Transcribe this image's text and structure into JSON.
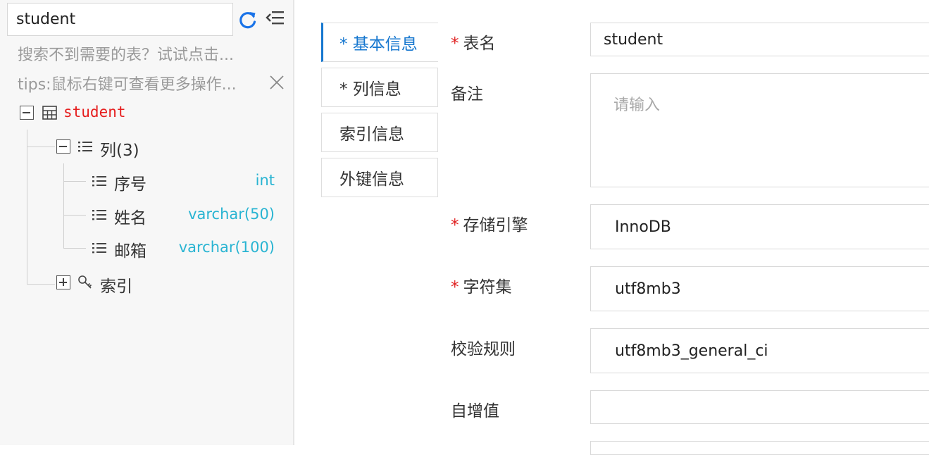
{
  "sidebar": {
    "search": {
      "value": "student"
    },
    "refresh_icon": "refresh-icon",
    "collapse_icon": "collapse-menu-icon",
    "hint_search": "搜索不到需要的表？试试点击...",
    "hint_tips": "tips:鼠标右键可查看更多操作...",
    "close_icon": "close-icon",
    "tree": {
      "table_name": "student",
      "columns_group": {
        "label": "列(3)",
        "items": [
          {
            "name": "序号",
            "type": "int"
          },
          {
            "name": "姓名",
            "type": "varchar(50)"
          },
          {
            "name": "邮箱",
            "type": "varchar(100)"
          }
        ]
      },
      "index_group": {
        "label": "索引"
      }
    }
  },
  "tabs": [
    {
      "label": "* 基本信息",
      "active": true
    },
    {
      "label": "* 列信息",
      "active": false
    },
    {
      "label": "索引信息",
      "active": false
    },
    {
      "label": "外键信息",
      "active": false
    }
  ],
  "form": {
    "table_name": {
      "label": "表名",
      "required": "*",
      "value": "student"
    },
    "comment": {
      "label": "备注",
      "placeholder": "请输入"
    },
    "engine": {
      "label": "存储引擎",
      "required": "*",
      "value": "InnoDB"
    },
    "charset": {
      "label": "字符集",
      "required": "*",
      "value": "utf8mb3"
    },
    "collation": {
      "label": "校验规则",
      "value": "utf8mb3_general_ci"
    },
    "auto_increment": {
      "label": "自增值",
      "value": ""
    }
  },
  "colors": {
    "accent": "#1677cf",
    "required": "#e02020",
    "type_text": "#29b4d2",
    "table_name": "#e61e1e"
  }
}
